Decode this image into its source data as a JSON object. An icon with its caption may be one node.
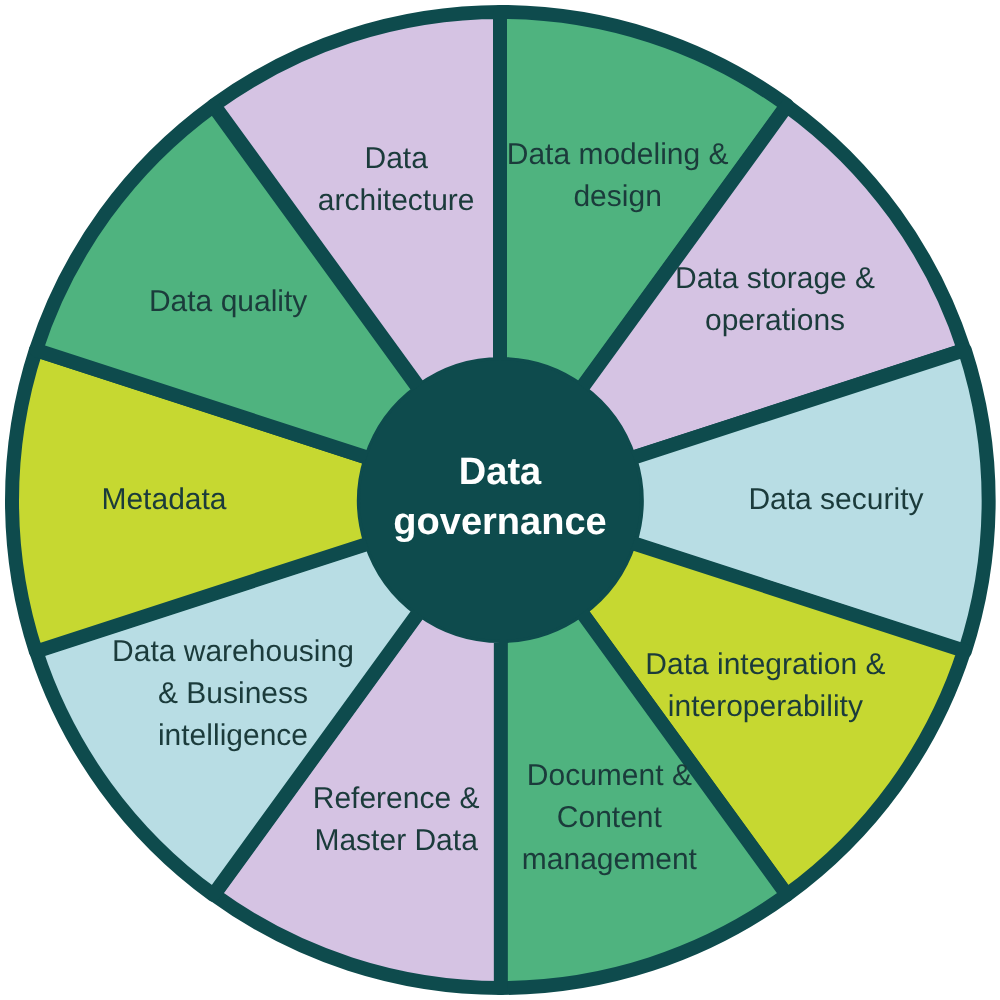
{
  "diagram": {
    "nodes": [
      {
        "text": [
          "Data governance"
        ]
      },
      {
        "text": [
          "Data architecture"
        ]
      },
      {
        "text": [
          "Data modeling & design"
        ]
      },
      {
        "text": [
          "Data storage & operations"
        ]
      },
      {
        "text": [
          "Data security"
        ]
      },
      {
        "text": [
          "Data integration & interoperability"
        ]
      },
      {
        "text": [
          "Document & Content management"
        ]
      },
      {
        "text": [
          "Reference & Master Data"
        ]
      },
      {
        "text": [
          "Data warehousing & Business intelligence"
        ]
      },
      {
        "text": [
          "Metadata"
        ]
      },
      {
        "text": [
          "Data quality"
        ]
      }
    ]
  }
}
